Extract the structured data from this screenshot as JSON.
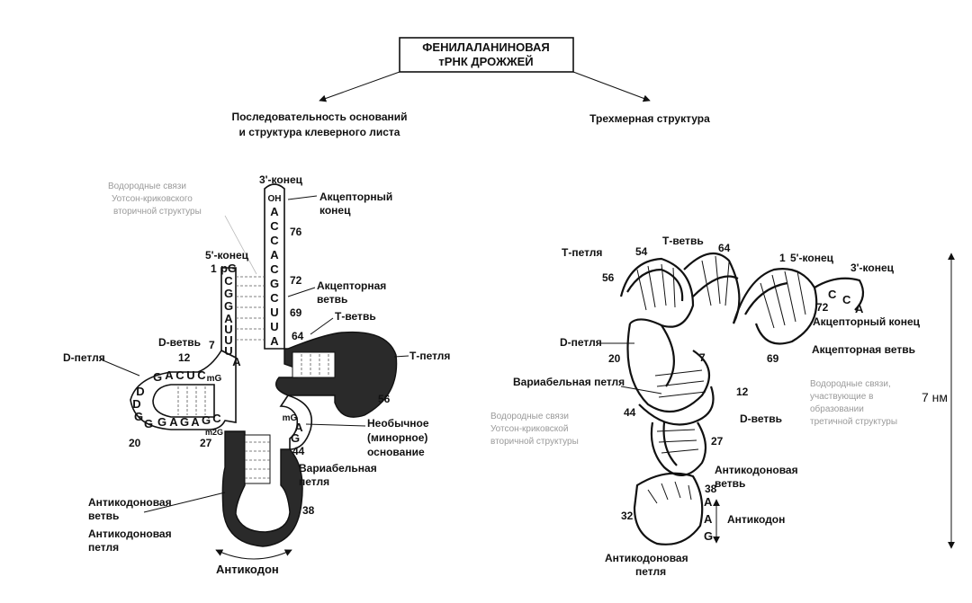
{
  "title": {
    "line1": "ФЕНИЛАЛАНИНОВАЯ",
    "line2": "тРНК  ДРОЖЖЕЙ"
  },
  "left_panel": {
    "heading_line1": "Последовательность оснований",
    "heading_line2": "и структура клеверного листа",
    "labels": {
      "hbond_1": "Водородные связи",
      "hbond_2": "Уотсон-криковского",
      "hbond_3": "вторичной структуры",
      "three_end": "3'-конец",
      "acceptor_end_1": "Акцепторный",
      "acceptor_end_2": "конец",
      "five_end": "5'-конец",
      "acceptor_arm_1": "Акцепторная",
      "acceptor_arm_2": "ветвь",
      "t_arm": "Т-ветвь",
      "d_arm": "D-ветвь",
      "d_loop": "D-петля",
      "t_loop": "Т-петля",
      "unusual_1": "Необычное",
      "unusual_2": "(минорное)",
      "unusual_3": "основание",
      "variable_loop_1": "Вариабельная",
      "variable_loop_2": "петля",
      "anticodon_arm_1": "Антикодоновая",
      "anticodon_arm_2": "ветвь",
      "anticodon_loop_1": "Антикодоновая",
      "anticodon_loop_2": "петля",
      "anticodon": "Антикодон"
    },
    "numbers": [
      "1",
      "76",
      "72",
      "69",
      "64",
      "7",
      "12",
      "56",
      "44",
      "27",
      "20",
      "38"
    ],
    "acceptor_5_bases": [
      "pG",
      "C",
      "G",
      "G",
      "A",
      "U",
      "U",
      "U",
      "A"
    ],
    "acceptor_3_bases": [
      "OH",
      "A",
      "C",
      "C",
      "A",
      "C",
      "G",
      "C",
      "U",
      "U",
      "A"
    ],
    "d_loop_top": [
      "G",
      "A",
      "C",
      "U",
      "C",
      "mG"
    ],
    "d_loop_bottom": [
      "G",
      "A",
      "G",
      "A",
      "G",
      "C"
    ],
    "d_loop_side": [
      "D",
      "D",
      "G",
      "G"
    ],
    "t_bases": [
      "mG",
      "A",
      "G"
    ],
    "m2g": "m2G"
  },
  "right_panel": {
    "heading": "Трехмерная структура",
    "labels": {
      "t_loop": "Т-петля",
      "t_arm": "Т-ветвь",
      "five_end": "5'-конец",
      "three_end": "3'-конец",
      "acceptor_end": "Акцепторный конец",
      "d_loop": "D-петля",
      "acceptor_arm": "Акцепторная ветвь",
      "variable_loop": "Вариабельная петля",
      "d_arm": "D-ветвь",
      "anticodon_arm_1": "Антикодоновая",
      "anticodon_arm_2": "ветвь",
      "anticodon": "Антикодон",
      "anticodon_loop_1": "Антикодоновая",
      "anticodon_loop_2": "петля",
      "hbond_left_1": "Водородные связи",
      "hbond_left_2": "Уотсон-криковской",
      "hbond_left_3": "вторичной структуры",
      "hbond_right_1": "Водородные связи,",
      "hbond_right_2": "участвующие в",
      "hbond_right_3": "образовании",
      "hbond_right_4": "третичной структуры"
    },
    "numbers": [
      "54",
      "64",
      "1",
      "56",
      "72",
      "20",
      "7",
      "69",
      "12",
      "44",
      "27",
      "38",
      "32"
    ],
    "acceptor_bases": [
      "C",
      "C",
      "A"
    ],
    "anticodon_bases": [
      "A",
      "A",
      "G"
    ],
    "scale": "7 нм"
  }
}
